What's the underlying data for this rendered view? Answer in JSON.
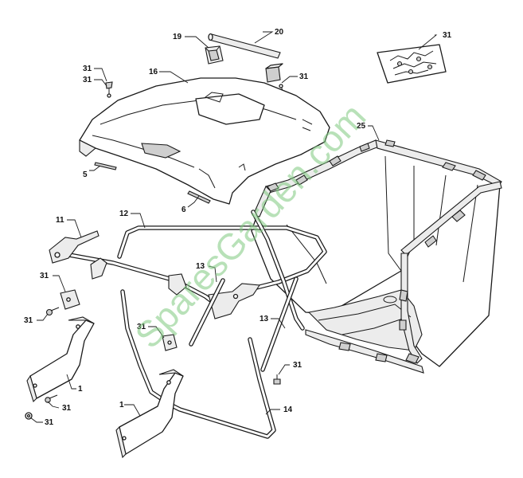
{
  "watermark": "SparesGarden.com",
  "colors": {
    "line": "#1a1a1a",
    "watermark": "#7fc97f",
    "background": "#ffffff"
  },
  "callouts": {
    "c1a": "1",
    "c1b": "1",
    "c5": "5",
    "c6": "6",
    "c11": "11",
    "c12": "12",
    "c13a": "13",
    "c13b": "13",
    "c14": "14",
    "c16": "16",
    "c19": "19",
    "c20": "20",
    "c25": "25",
    "c31a": "31",
    "c31b": "31",
    "c31c": "31",
    "c31d": "31",
    "c31e": "31",
    "c31f": "31",
    "c31g": "31",
    "c31h": "31",
    "c31i": "31",
    "c31j": "31"
  }
}
